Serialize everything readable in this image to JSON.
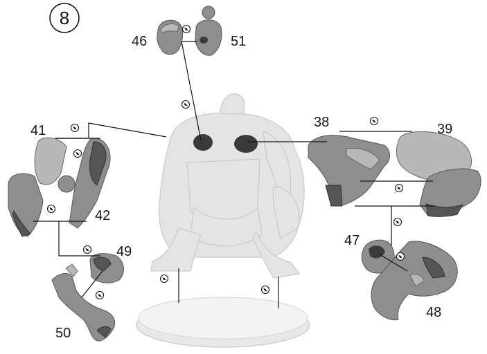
{
  "step_number": "8",
  "labels": {
    "p38": "38",
    "p39": "39",
    "p41": "41",
    "p42": "42",
    "p46": "46",
    "p47": "47",
    "p48": "48",
    "p49": "49",
    "p50": "50",
    "p51": "51"
  },
  "icons": {
    "glue": "glue-drop-icon"
  },
  "colors": {
    "figure": "#e4e4e4",
    "parts": "#8e8e8e",
    "dark_socket": "#3a3a3a",
    "lines": "#111111"
  }
}
